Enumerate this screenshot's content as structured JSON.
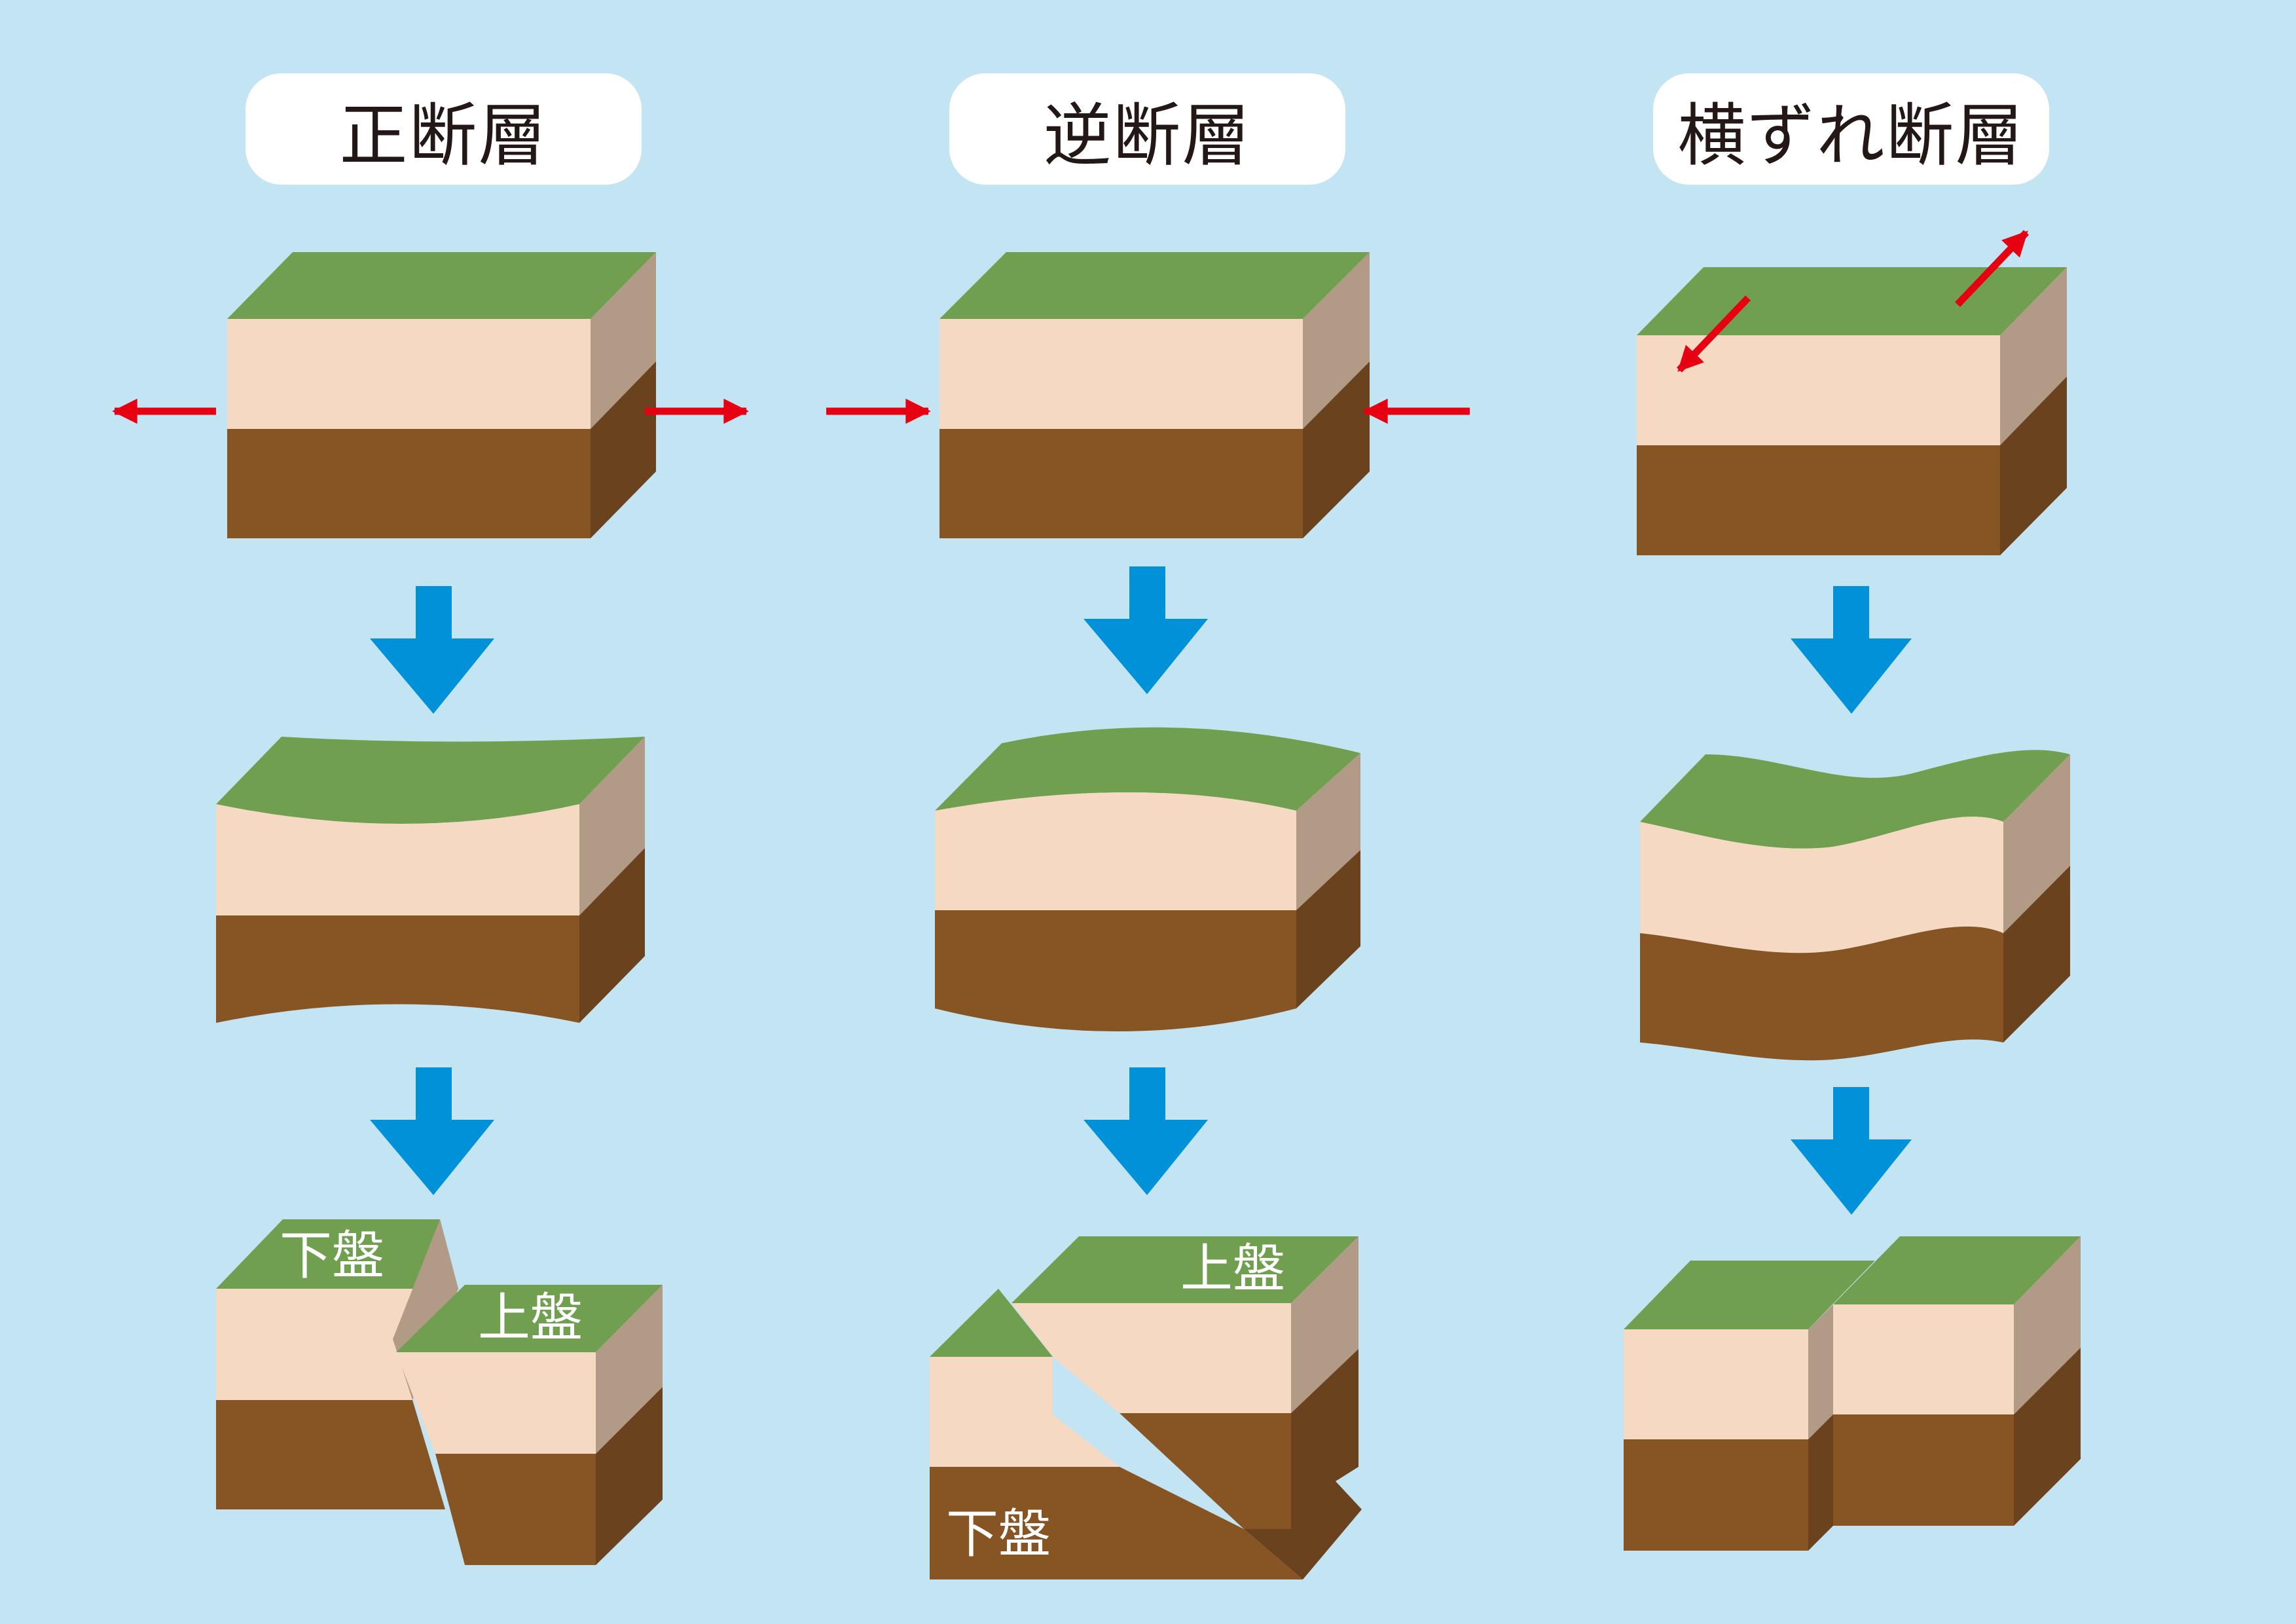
{
  "titles": {
    "normal_fault": "正断層",
    "reverse_fault": "逆断層",
    "strike_slip_fault": "横ずれ断層"
  },
  "labels": {
    "footwall": "下盤",
    "hanging_wall": "上盤"
  },
  "colors": {
    "background": "#c2e4f3",
    "grass_top": "#70a04f",
    "sand_front": "#f5d9c3",
    "sand_side": "#b19b87",
    "soil_front": "#875424",
    "soil_side": "#6a421e",
    "force_arrow": "#e60012",
    "flow_arrow": "#0091d8"
  },
  "icons": [
    "force-arrow-icon",
    "flow-arrow-down-icon"
  ]
}
